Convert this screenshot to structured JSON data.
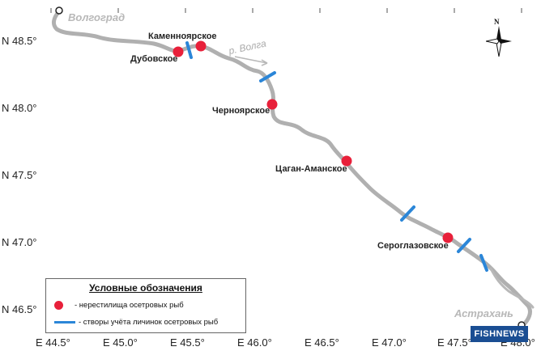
{
  "map": {
    "latitude_ticks": [
      "N 48.5°",
      "N 48.0°",
      "N 47.5°",
      "N 47.0°",
      "N 46.5°"
    ],
    "longitude_ticks": [
      "E 44.5°",
      "E 45.0°",
      "E 45.5°",
      "E 46.0°",
      "E 46.5°",
      "E 47.0°",
      "E 47.5°",
      "E 48.0°"
    ],
    "cities": {
      "volgograd": "Волгоград",
      "astrakhan": "Астрахань"
    },
    "river_label": "р. Волга",
    "north_symbol": "N",
    "spawning_sites": [
      {
        "name": "Каменноярское"
      },
      {
        "name": "Дубовское"
      },
      {
        "name": "Черноярское"
      },
      {
        "name": "Цаган-Аманское"
      },
      {
        "name": "Сероглазовское"
      }
    ],
    "colors": {
      "river": "#b0b0b0",
      "spawning_site": "#e8203a",
      "survey_line": "#2b86d8"
    }
  },
  "legend": {
    "title": "Условные обозначения",
    "spawning_label": "- нерестилища осетровых рыб",
    "survey_label": "- створы учёта личинок осетровых рыб"
  },
  "badge": {
    "text": "FISHNEWS"
  }
}
